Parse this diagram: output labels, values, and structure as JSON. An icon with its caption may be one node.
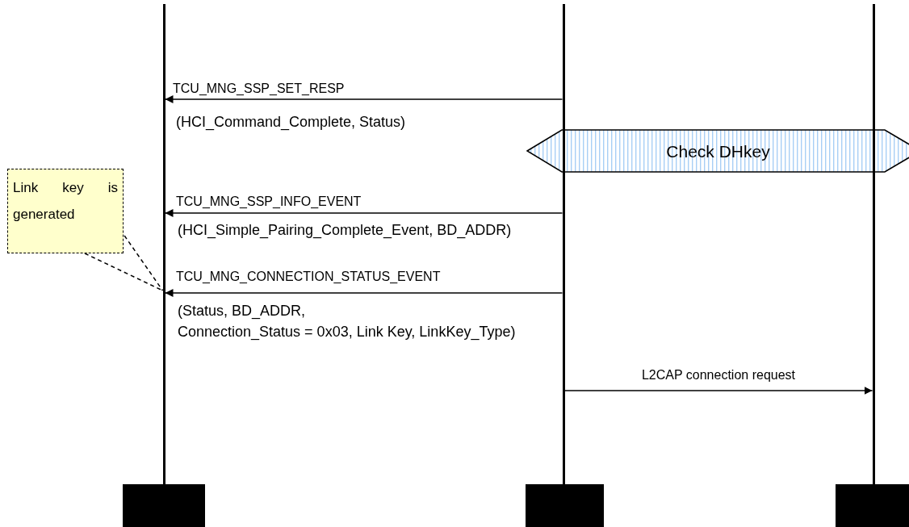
{
  "diagram": {
    "nodes": [
      {
        "text": [],
        "shape": "bar"
      },
      {
        "text": [],
        "shape": "bar"
      },
      {
        "text": [],
        "shape": "bar"
      },
      {
        "text": [
          "Check DHkey"
        ]
      },
      {
        "text": [
          "Link key is generated"
        ]
      }
    ],
    "edges": [
      {
        "from": 1,
        "to": 0,
        "arrow": "to",
        "label": "TCU_MNG_SSP_SET_RESP"
      },
      {
        "from": 1,
        "to": 0,
        "arrow": "to",
        "label": "TCU_MNG_SSP_INFO_EVENT"
      },
      {
        "from": 1,
        "to": 0,
        "arrow": "to",
        "label": "TCU_MNG_CONNECTION_STATUS_EVENT"
      },
      {
        "from": 1,
        "to": 2,
        "arrow": "to",
        "label": "L2CAP connection request"
      },
      {
        "from": 4,
        "to": 0,
        "arrow": "none",
        "style": "dashed"
      }
    ],
    "labels": [
      "(HCI_Command_Complete, Status)",
      "(HCI_Simple_Pairing_Complete_Event, BD_ADDR)",
      "(Status, BD_ADDR,",
      "Connection_Status = 0x03, Link Key, LinkKey_Type)"
    ]
  }
}
